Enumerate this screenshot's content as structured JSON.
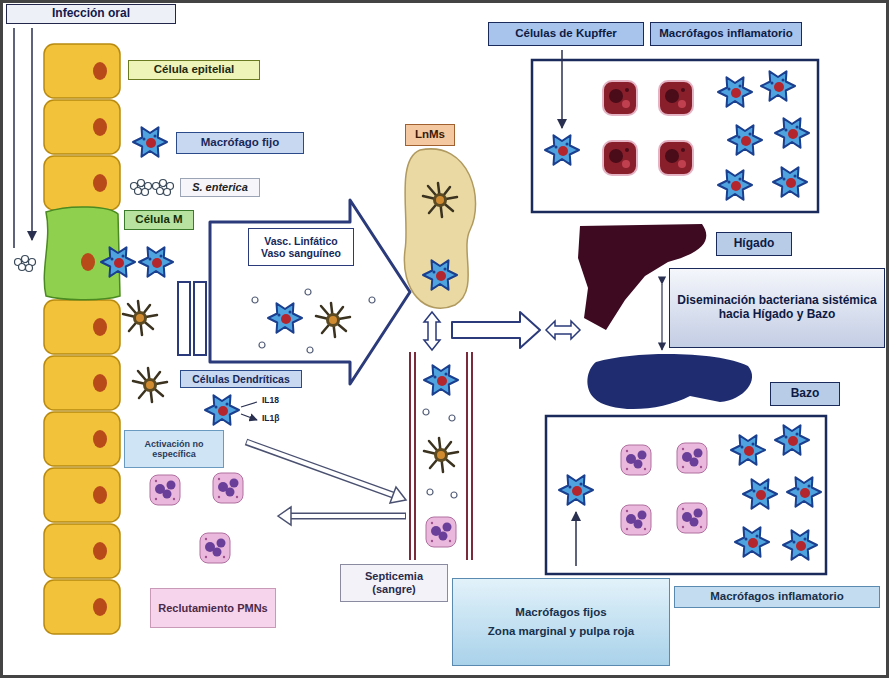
{
  "diagram": {
    "nodes": [
      {
        "text": [
          "Infección oral"
        ]
      },
      {
        "text": [
          "Célula epitelial"
        ]
      },
      {
        "text": [
          "Macrófago fijo"
        ]
      },
      {
        "text": [
          "S. enterica"
        ]
      },
      {
        "text": [
          "Célula M"
        ]
      },
      {
        "text": [
          "Vasc. Linfático Vaso sanguíneo"
        ]
      },
      {
        "text": [
          "Células Dendríticas"
        ]
      },
      {
        "text": [
          "Activación no específica"
        ]
      },
      {
        "text": [
          "Reclutamiento PMNs"
        ]
      },
      {
        "text": [
          "LnMs"
        ]
      },
      {
        "text": [
          "Septicemia (sangre)"
        ]
      },
      {
        "text": [
          "Células de Kupffer"
        ]
      },
      {
        "text": [
          "Macrófagos inflamatorio"
        ]
      },
      {
        "text": [
          "Hígado"
        ]
      },
      {
        "text": [
          "Diseminación bacteriana sistémica hacia Hígado y Bazo"
        ]
      },
      {
        "text": [
          "Bazo"
        ]
      },
      {
        "text": [
          "Macrófagos fijos",
          "Zona marginal y pulpa roja"
        ]
      },
      {
        "text": [
          "Macrófagos inflamatorio"
        ]
      }
    ],
    "labels": [
      "IL18",
      "IL1β"
    ]
  }
}
